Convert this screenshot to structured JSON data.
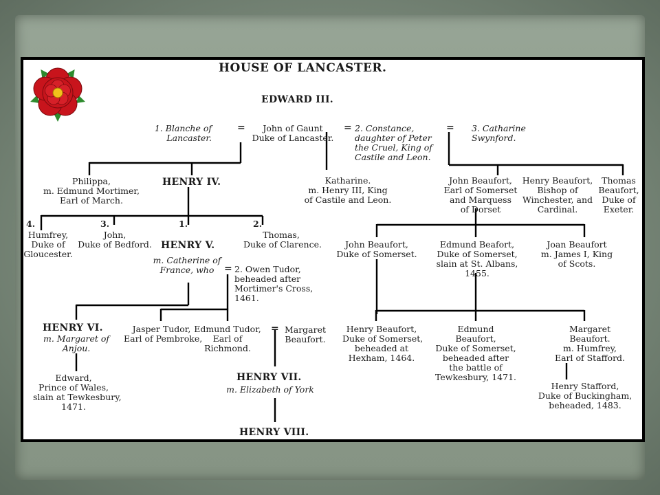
{
  "title": "HOUSE OF LANCASTER.",
  "colors": {
    "rose_red": "#c8141c",
    "rose_center": "#f2c21b",
    "leaf_green": "#2e8b2e",
    "frame": "#000000",
    "slide_bg": "#8c9a8b"
  },
  "icons": {
    "emblem": "tudor-red-rose-icon"
  },
  "marriage_symbol": "=",
  "people": {
    "edward_iii": "EDWARD III.",
    "blanche": "1. Blanche of\nLancaster.",
    "john_of_gaunt": "John of Gaunt\nDuke of Lancaster.",
    "constance": "2. Constance,\ndaughter of Peter\nthe Cruel, King of\nCastile and Leon.",
    "catharine": "3. Catharine\nSwynford.",
    "philippa": "Philippa,\nm. Edmund Mortimer,\nEarl of March.",
    "henry_iv": "HENRY IV.",
    "katharine": "Katharine.\nm. Henry III, King\nof Castile and Leon.",
    "john_beaufort_dorset": "John Beaufort,\nEarl of Somerset\nand Marquess\nof Dorset",
    "henry_beaufort_bishop": "Henry Beaufort,\nBishop of\nWinchester, and\nCardinal.",
    "thomas_beaufort": "Thomas\nBeaufort,\nDuke of\nExeter.",
    "num_4": "4.",
    "num_3": "3.",
    "num_1": "1.",
    "num_2": "2.",
    "humfrey": "Humfrey,\nDuke of\nGloucester.",
    "john_bedford": "John,\nDuke of Bedford.",
    "henry_v": "HENRY V.",
    "henry_v_m": "m. Catherine of\nFrance, who",
    "thomas_clarence": "Thomas,\nDuke of Clarence.",
    "owen_tudor": "2. Owen Tudor,\nbeheaded after\nMortimer's Cross,\n1461.",
    "john_beaufort_somerset": "John Beaufort,\nDuke of Somerset.",
    "edmund_beafort": "Edmund Beafort,\nDuke of Somerset,\nslain at St. Albans,\n1455.",
    "joan_beaufort": "Joan Beaufort\nm. James I, King\nof Scots.",
    "henry_vi": "HENRY VI.",
    "henry_vi_m": "m. Margaret of\nAnjou.",
    "jasper_tudor": "Jasper Tudor,\nEarl of Pembroke,",
    "edmund_tudor": "Edmund Tudor,\nEarl of\nRichmond.",
    "margaret_beaufort": "Margaret\nBeaufort.",
    "henry_beaufort_hexham": "Henry Beaufort,\nDuke of Somerset,\nbeheaded at\nHexham, 1464.",
    "edmund_beaufort_tewkesbury": "Edmund\nBeaufort,\nDuke of Somerset,\nbeheaded after\nthe battle of\nTewkesbury, 1471.",
    "margaret_beaufort_stafford": "Margaret\nBeaufort.\nm. Humfrey,\nEarl of Stafford.",
    "edward_prince": "Edward,\nPrince of Wales,\nslain at Tewkesbury,\n1471.",
    "henry_vii": "HENRY VII.",
    "henry_vii_m": "m. Elizabeth of York",
    "henry_stafford": "Henry Stafford,\nDuke of Buckingham,\nbeheaded, 1483.",
    "henry_viii": "HENRY VIII."
  }
}
